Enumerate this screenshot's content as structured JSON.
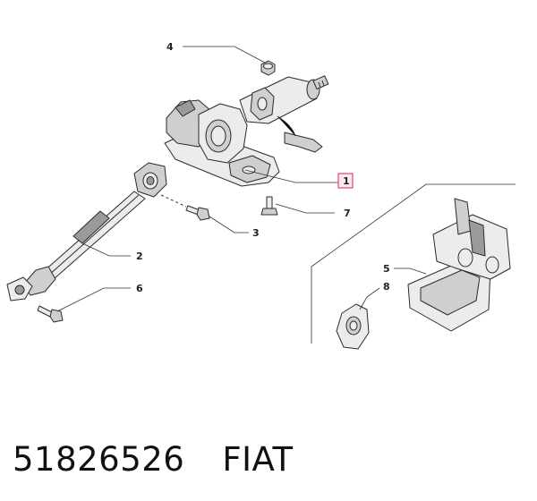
{
  "diagram": {
    "callouts": {
      "c1": "1",
      "c2": "2",
      "c3": "3",
      "c4": "4",
      "c5": "5",
      "c6": "6",
      "c7": "7",
      "c8": "8"
    },
    "highlight_color": "#e0457b"
  },
  "caption": {
    "part_number": "51826526",
    "brand": "FIAT"
  }
}
